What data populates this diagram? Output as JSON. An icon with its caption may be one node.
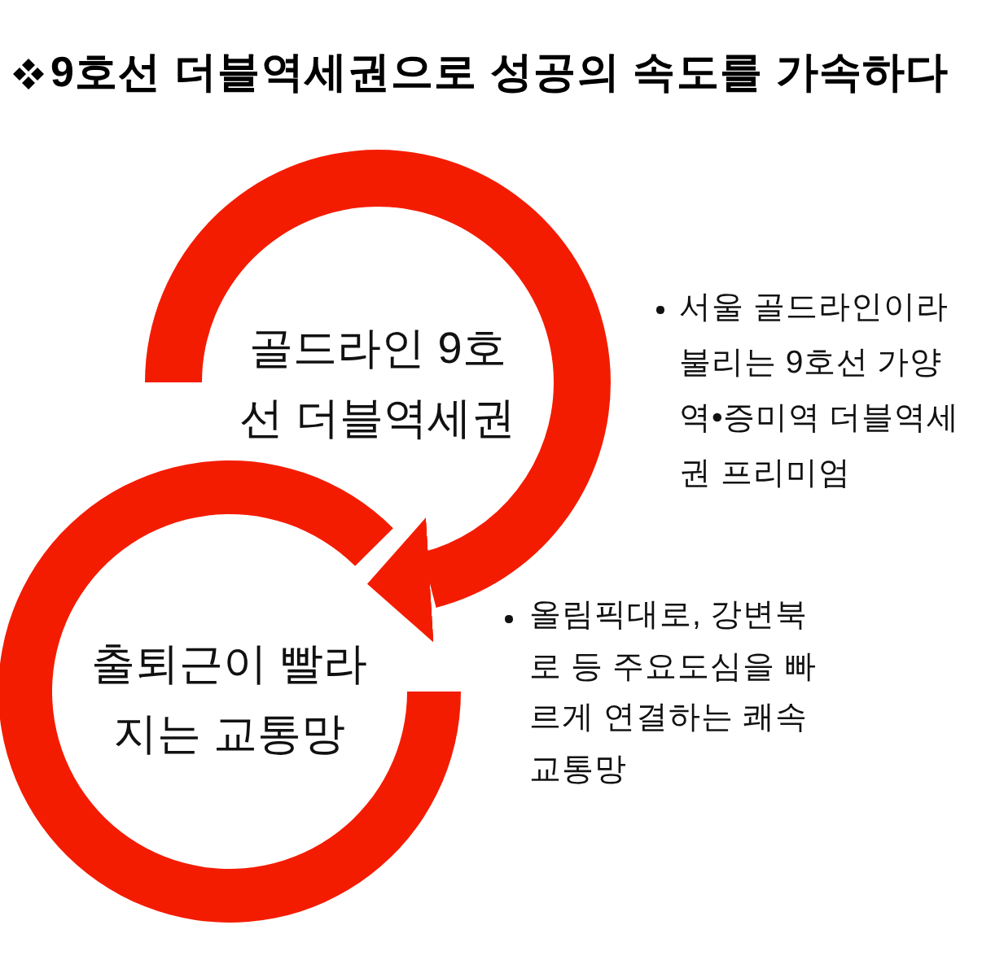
{
  "diagram": {
    "title": "9호선 더블역세권으로 성공의 속도를 가속하다",
    "nodes": [
      {
        "text": [
          "골드라인 9호선 더블역세권"
        ],
        "beside": [
          "서울 골드라인이라 불리는 9호선 가양역•증미역 더블역세권 프리미엄"
        ]
      },
      {
        "text": [
          "출퇴근이 빨라지는 교통망"
        ],
        "beside": [
          "올림픽대로, 강변북로 등 주요도심을 빠르게 연결하는 쾌속 교통망"
        ]
      }
    ],
    "edges": [
      {
        "from": 0,
        "to": 1,
        "arrow": "to"
      }
    ]
  }
}
